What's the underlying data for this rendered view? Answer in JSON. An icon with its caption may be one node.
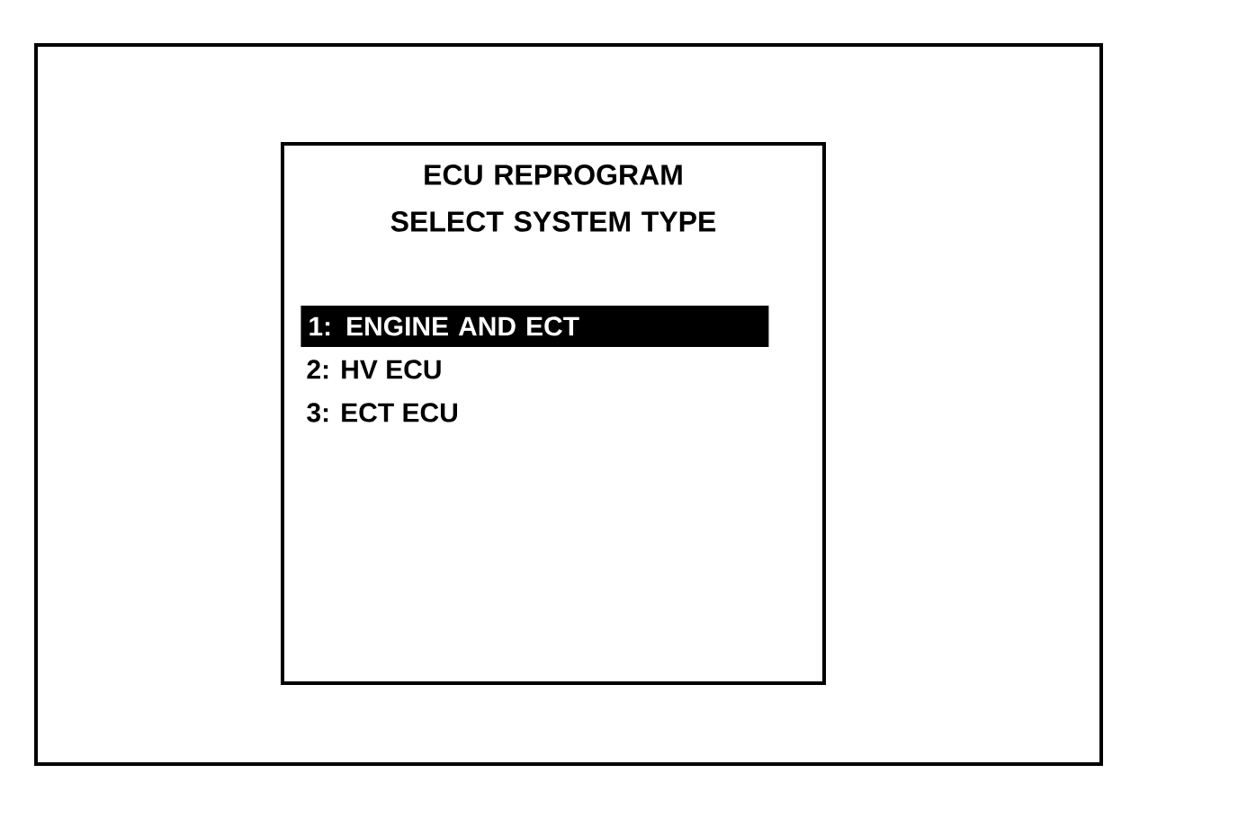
{
  "diagram": {
    "nodes": [
      {
        "text": [],
        "shape": "box"
      },
      {
        "text": [
          "ECU REPROGRAM SELECT SYSTEM TYPE"
        ],
        "in": 0
      },
      {
        "text": [
          "1: ENGINE AND ECT"
        ],
        "in": 1
      }
    ],
    "labels": [
      "2: HV ECU",
      "3: ECT ECU"
    ]
  }
}
